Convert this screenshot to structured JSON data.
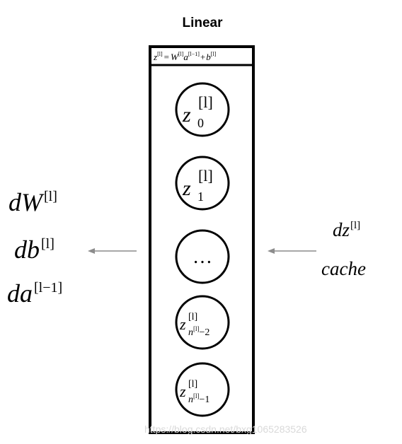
{
  "title": "Linear",
  "layer_equation": {
    "z": "z",
    "z_sup": "[l]",
    "equals": "=",
    "W": "W",
    "W_sup": "[l]",
    "a": "a",
    "a_sup": "[l−1]",
    "plus": "+",
    "b": "b",
    "b_sup": "[l]"
  },
  "units": [
    {
      "symbol": "z",
      "sup": "[l]",
      "sub": "0"
    },
    {
      "symbol": "z",
      "sup": "[l]",
      "sub": "1"
    },
    {
      "symbol": "…"
    },
    {
      "symbol": "z",
      "sup": "[l]",
      "sub_base": "n",
      "sub_sup": "[l]",
      "sub_tail": "−2"
    },
    {
      "symbol": "z",
      "sup": "[l]",
      "sub_base": "n",
      "sub_sup": "[l]",
      "sub_tail": "−1"
    }
  ],
  "outputs": [
    {
      "base": "dW",
      "sup": "[l]"
    },
    {
      "base": "db",
      "sup": "[l]"
    },
    {
      "base": "da",
      "sup": "[l−1]"
    }
  ],
  "inputs": {
    "dz": "dz",
    "dz_sup": "[l]",
    "cache": "cache"
  },
  "watermark": "https://blog.csdn.net/bxg1065283526",
  "colors": {
    "arrow": "#8c8c8c",
    "stroke": "#000000",
    "watermark": "#d9d9d9"
  }
}
